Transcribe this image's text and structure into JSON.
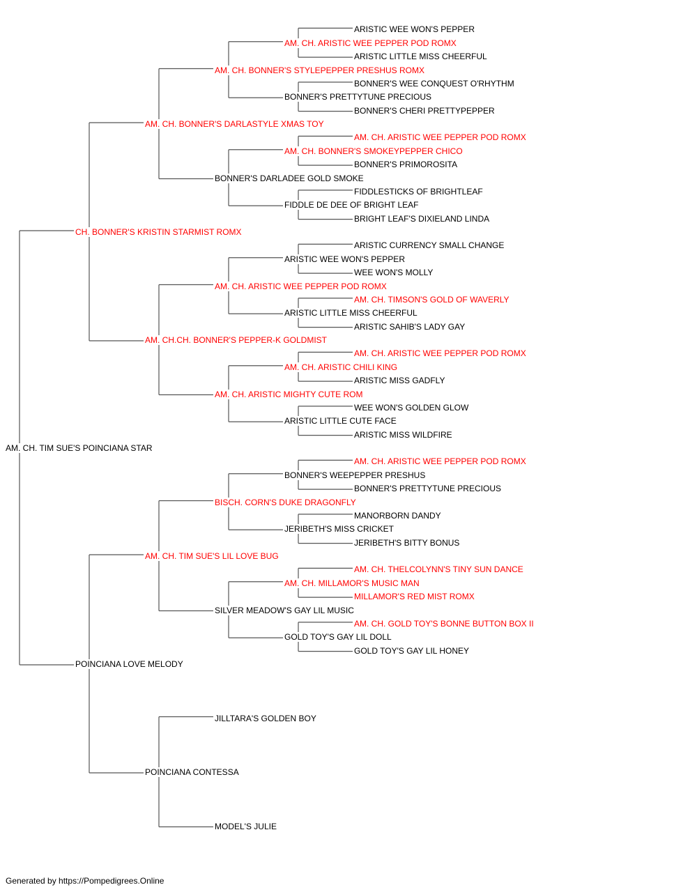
{
  "colors": {
    "champion": "#ff0000",
    "normal": "#000000",
    "line": "#555555"
  },
  "pedigree": {
    "name": "AM. CH. TIM SUE'S POINCIANA STAR",
    "champion": false,
    "sire": {
      "name": "CH. BONNER'S KRISTIN STARMIST ROMX",
      "champion": true,
      "sire": {
        "name": "AM. CH. BONNER'S DARLASTYLE XMAS TOY",
        "champion": true,
        "sire": {
          "name": "AM. CH. BONNER'S STYLEPEPPER PRESHUS ROMX",
          "champion": true,
          "sire": {
            "name": "AM. CH. ARISTIC WEE PEPPER POD ROMX",
            "champion": true,
            "sire": {
              "name": "ARISTIC WEE WON'S PEPPER",
              "champion": false
            },
            "dam": {
              "name": "ARISTIC LITTLE MISS CHEERFUL",
              "champion": false
            }
          },
          "dam": {
            "name": "BONNER'S PRETTYTUNE PRECIOUS",
            "champion": false,
            "sire": {
              "name": "BONNER'S WEE CONQUEST O'RHYTHM",
              "champion": false
            },
            "dam": {
              "name": "BONNER'S CHERI PRETTYPEPPER",
              "champion": false
            }
          }
        },
        "dam": {
          "name": "BONNER'S DARLADEE GOLD SMOKE",
          "champion": false,
          "sire": {
            "name": "AM. CH. BONNER'S SMOKEYPEPPER CHICO",
            "champion": true,
            "sire": {
              "name": "AM. CH. ARISTIC WEE PEPPER POD ROMX",
              "champion": true
            },
            "dam": {
              "name": "BONNER'S PRIMOROSITA",
              "champion": false
            }
          },
          "dam": {
            "name": "FIDDLE DE DEE OF BRIGHT LEAF",
            "champion": false,
            "sire": {
              "name": "FIDDLESTICKS OF BRIGHTLEAF",
              "champion": false
            },
            "dam": {
              "name": "BRIGHT LEAF'S DIXIELAND LINDA",
              "champion": false
            }
          }
        }
      },
      "dam": {
        "name": "AM. CH.CH. BONNER'S PEPPER-K GOLDMIST",
        "champion": true,
        "sire": {
          "name": "AM. CH. ARISTIC WEE PEPPER POD ROMX",
          "champion": true,
          "sire": {
            "name": "ARISTIC WEE WON'S PEPPER",
            "champion": false,
            "sire": {
              "name": "ARISTIC CURRENCY SMALL CHANGE",
              "champion": false
            },
            "dam": {
              "name": "WEE WON'S MOLLY",
              "champion": false
            }
          },
          "dam": {
            "name": "ARISTIC LITTLE MISS CHEERFUL",
            "champion": false,
            "sire": {
              "name": "AM. CH. TIMSON'S GOLD OF WAVERLY",
              "champion": true
            },
            "dam": {
              "name": "ARISTIC SAHIB'S LADY GAY",
              "champion": false
            }
          }
        },
        "dam": {
          "name": "AM. CH. ARISTIC MIGHTY CUTE ROM",
          "champion": true,
          "sire": {
            "name": "AM. CH. ARISTIC CHILI KING",
            "champion": true,
            "sire": {
              "name": "AM. CH. ARISTIC WEE PEPPER POD ROMX",
              "champion": true
            },
            "dam": {
              "name": "ARISTIC MISS GADFLY",
              "champion": false
            }
          },
          "dam": {
            "name": "ARISTIC LITTLE CUTE FACE",
            "champion": false,
            "sire": {
              "name": "WEE WON'S GOLDEN GLOW",
              "champion": false
            },
            "dam": {
              "name": "ARISTIC MISS WILDFIRE",
              "champion": false
            }
          }
        }
      }
    },
    "dam": {
      "name": "POINCIANA LOVE MELODY",
      "champion": false,
      "sire": {
        "name": "AM. CH. TIM SUE'S LIL LOVE BUG",
        "champion": true,
        "sire": {
          "name": "BISCH. CORN'S DUKE DRAGONFLY",
          "champion": true,
          "sire": {
            "name": "BONNER'S WEEPEPPER PRESHUS",
            "champion": false,
            "sire": {
              "name": "AM. CH. ARISTIC WEE PEPPER POD ROMX",
              "champion": true
            },
            "dam": {
              "name": "BONNER'S PRETTYTUNE PRECIOUS",
              "champion": false
            }
          },
          "dam": {
            "name": "JERIBETH'S MISS CRICKET",
            "champion": false,
            "sire": {
              "name": "MANORBORN DANDY",
              "champion": false
            },
            "dam": {
              "name": "JERIBETH'S BITTY BONUS",
              "champion": false
            }
          }
        },
        "dam": {
          "name": "SILVER MEADOW'S GAY LIL MUSIC",
          "champion": false,
          "sire": {
            "name": "AM. CH. MILLAMOR'S MUSIC MAN",
            "champion": true,
            "sire": {
              "name": "AM. CH. THELCOLYNN'S TINY SUN DANCE",
              "champion": true
            },
            "dam": {
              "name": "MILLAMOR'S RED MIST ROMX",
              "champion": true
            }
          },
          "dam": {
            "name": "GOLD TOY'S GAY LIL DOLL",
            "champion": false,
            "sire": {
              "name": "AM. CH. GOLD TOY'S BONNE BUTTON BOX II",
              "champion": true
            },
            "dam": {
              "name": "GOLD TOY'S GAY LIL HONEY",
              "champion": false
            }
          }
        }
      },
      "dam": {
        "name": "POINCIANA CONTESSA",
        "champion": false,
        "sire": {
          "name": "JILLTARA'S GOLDEN BOY",
          "champion": false
        },
        "dam": {
          "name": "MODEL'S JULIE",
          "champion": false
        }
      }
    }
  },
  "footer": "Generated by https://Pompedigrees.Online"
}
